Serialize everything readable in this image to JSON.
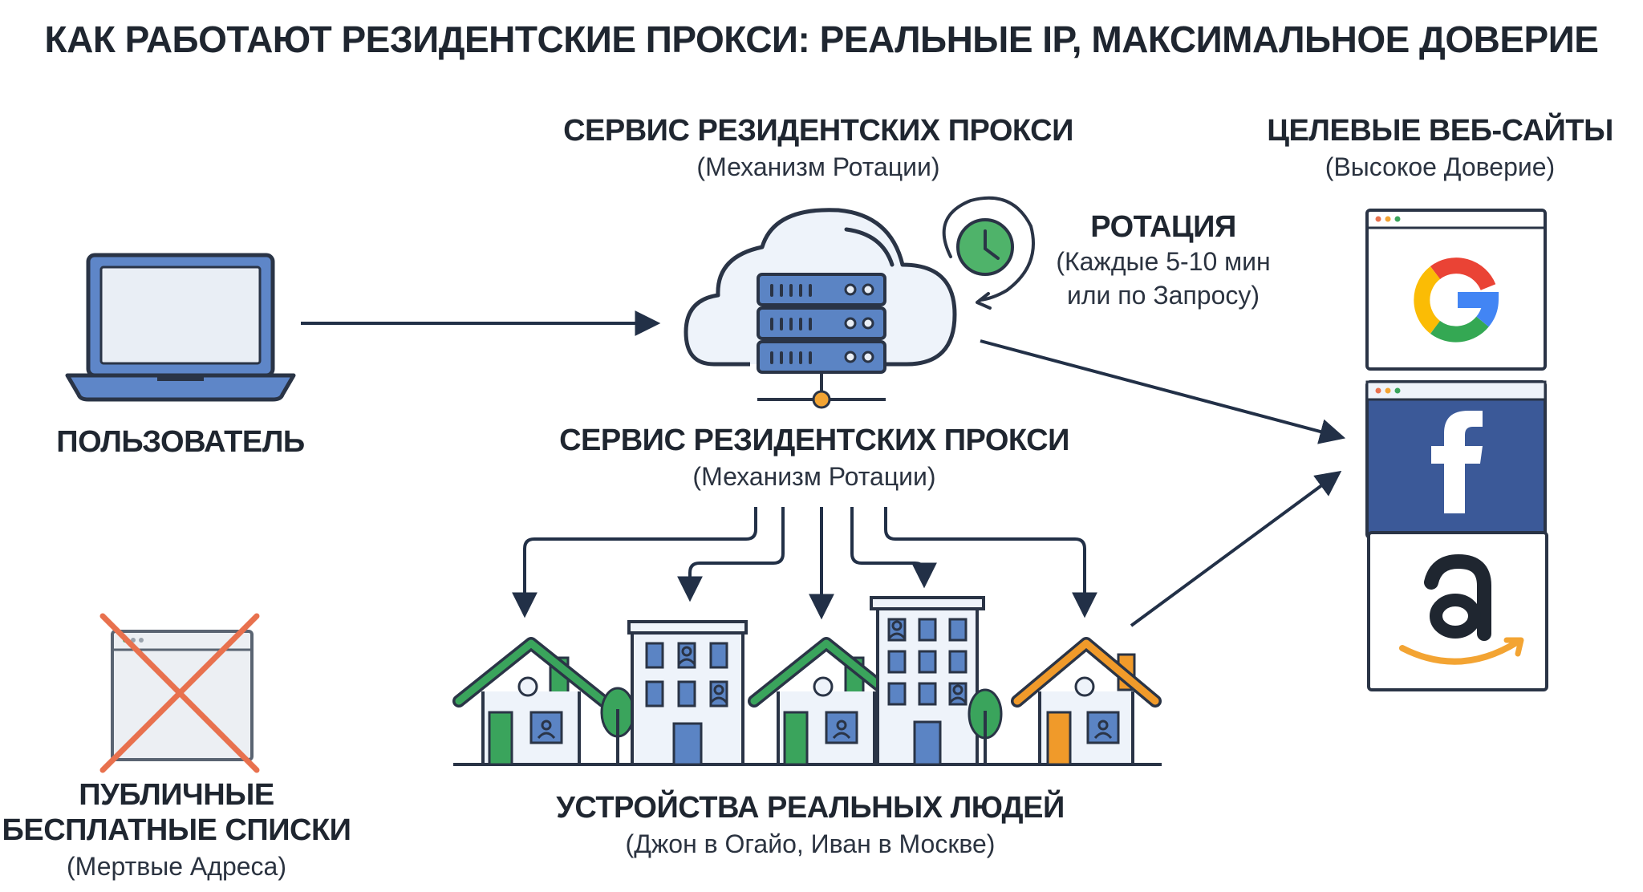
{
  "title": "КАК РАБОТАЮТ РЕЗИДЕНТСКИЕ ПРОКСИ: РЕАЛЬНЫЕ IP, МАКСИМАЛЬНОЕ ДОВЕРИЕ",
  "service_top": {
    "title": "СЕРВИС РЕЗИДЕНТСКИХ ПРОКСИ",
    "subtitle": "(Механизм Ротации)"
  },
  "service_bottom": {
    "title": "СЕРВИС РЕЗИДЕНТСКИХ ПРОКСИ",
    "subtitle": "(Механизм Ротации)"
  },
  "rotation": {
    "title": "РОТАЦИЯ",
    "line1": "(Каждые 5-10 мин",
    "line2": "или по Запросу)"
  },
  "targets": {
    "title": "ЦЕЛЕВЫЕ ВЕБ-САЙТЫ",
    "subtitle": "(Высокое Доверие)",
    "sites": [
      "google-icon",
      "facebook-icon",
      "amazon-icon"
    ]
  },
  "user": {
    "label": "ПОЛЬЗОВАТЕЛЬ"
  },
  "public_lists": {
    "line1": "ПУБЛИЧНЫЕ",
    "line2": "БЕСПЛАТНЫЕ СПИСКИ",
    "subtitle": "(Мертвые Адреса)"
  },
  "devices": {
    "title": "УСТРОЙСТВА РЕАЛЬНЫХ ЛЮДЕЙ",
    "subtitle": "(Джон в Огайо, Иван в Москве)"
  },
  "colors": {
    "ink": "#1f2630",
    "arrow": "#223047",
    "house_green": "#3aa45c",
    "house_orange": "#f09a2a",
    "building_blue": "#5b84c4",
    "cloud_fill": "#eef3fa",
    "clock_green": "#4fb36a",
    "cross": "#e8714e",
    "facebook": "#3b5998"
  }
}
